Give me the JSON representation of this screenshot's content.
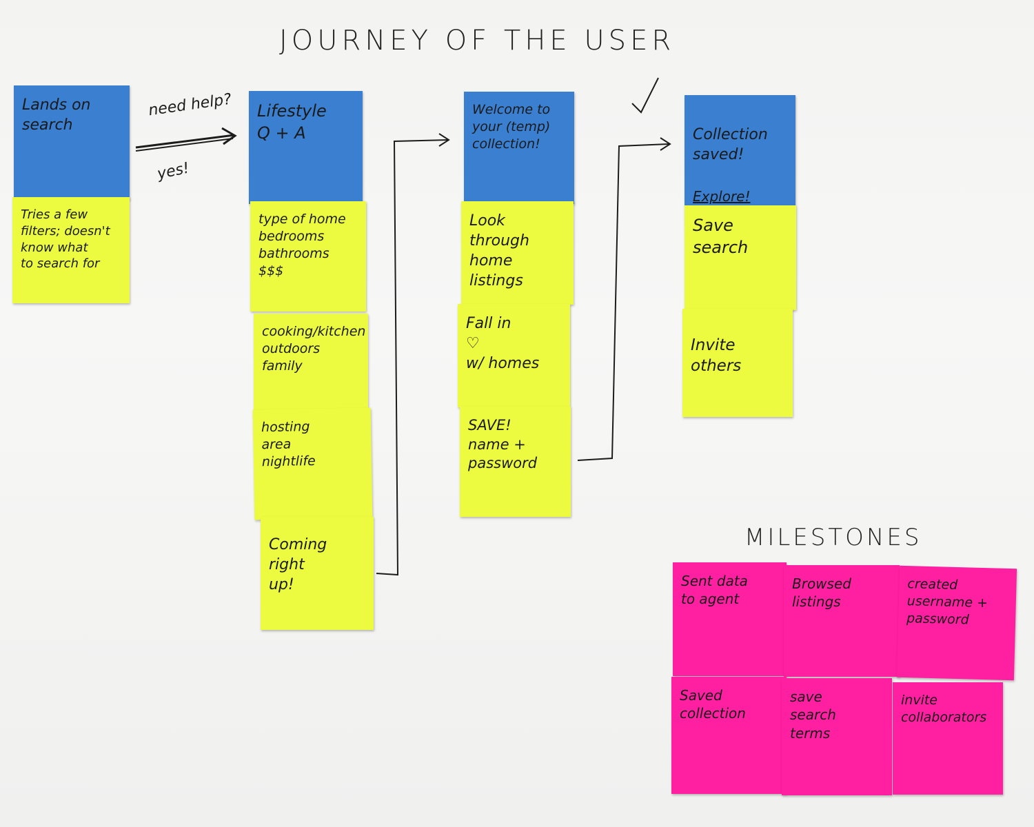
{
  "board": {
    "title": "JOURNEY   OF THE   USER",
    "milestones_title": "MILESTONES",
    "arrow_label_top": "need help?",
    "arrow_label_bottom": "yes!",
    "checkmark": "✓"
  },
  "columns": [
    {
      "header": "Lands on\nsearch",
      "notes": [
        "Tries a few\nfilters; doesn't\nknow what\nto search for"
      ]
    },
    {
      "header": "Lifestyle\nQ + A",
      "notes": [
        "type of home\nbedrooms\nbathrooms\n$$$",
        "cooking/kitchen\noutdoors\nfamily",
        "hosting\narea\nnightlife",
        "Coming right\nup!"
      ]
    },
    {
      "header": "Welcome to\nyour (temp)\ncollection!",
      "notes": [
        "Look through\nhome\nlistings",
        "Fall in\n♡\nw/ homes",
        "SAVE!\nname +\npassword"
      ]
    },
    {
      "header_line1": "Collection\nsaved!",
      "header_line2": "Explore!",
      "notes": [
        "Save\nsearch",
        "Invite\nothers"
      ]
    }
  ],
  "milestones": [
    "Sent data\nto agent",
    "Browsed\nlistings",
    "created\nusername +\npassword",
    "Saved\ncollection",
    "save\nsearch\nterms",
    "invite\ncollaborators"
  ],
  "colors": {
    "blue_note": "#3a7fd0",
    "yellow_note": "#ecfb3f",
    "pink_note": "#ff1fa1",
    "ink": "#1c1c1c"
  }
}
